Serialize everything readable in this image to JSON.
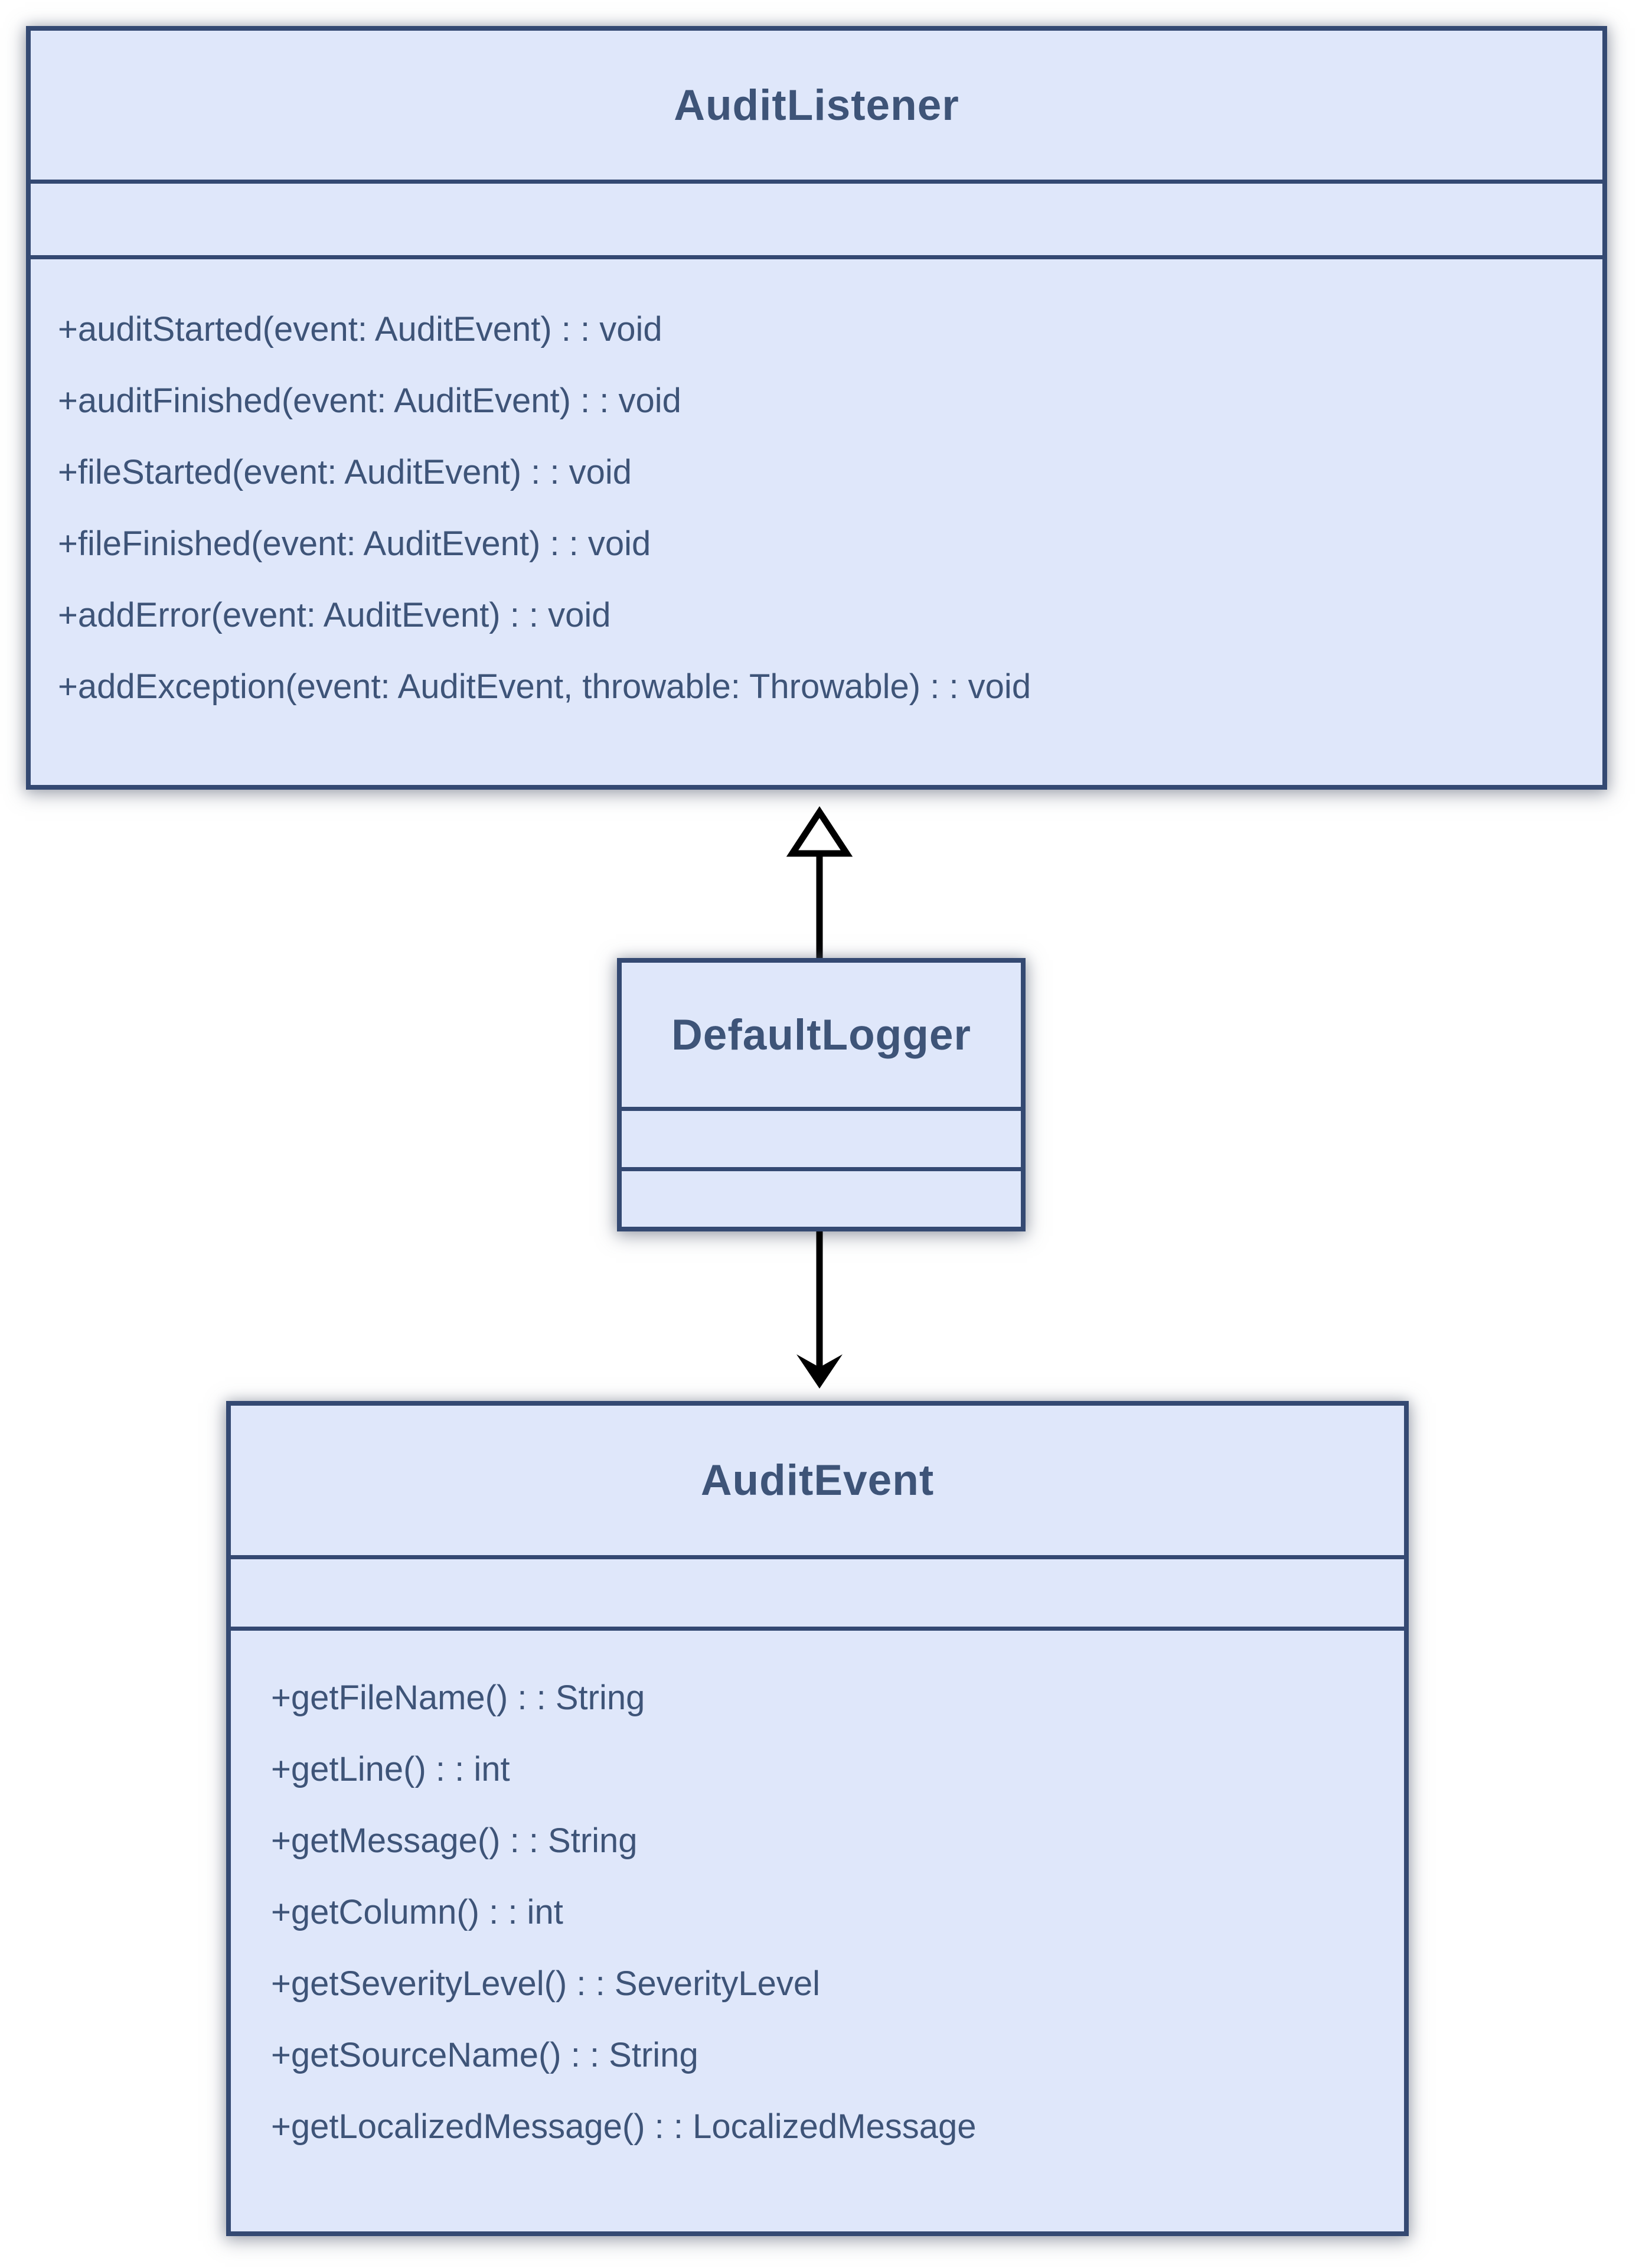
{
  "diagram": {
    "kind": "uml-class-diagram",
    "classes": [
      {
        "name": "AuditListener",
        "attributes": [],
        "methods": [
          "+auditStarted(event: AuditEvent) : : void",
          "+auditFinished(event: AuditEvent) : : void",
          "+fileStarted(event: AuditEvent) : : void",
          "+fileFinished(event: AuditEvent) : : void",
          "+addError(event: AuditEvent) : : void",
          "+addException(event: AuditEvent, throwable: Throwable) : : void"
        ]
      },
      {
        "name": "DefaultLogger",
        "attributes": [],
        "methods": []
      },
      {
        "name": "AuditEvent",
        "attributes": [],
        "methods": [
          "+getFileName() : : String",
          "+getLine() : : int",
          "+getMessage() : : String",
          "+getColumn() : : int",
          "+getSeverityLevel() : : SeverityLevel",
          "+getSourceName() : : String",
          "+getLocalizedMessage() : : LocalizedMessage"
        ]
      }
    ],
    "relations": [
      {
        "type": "generalization",
        "from": "DefaultLogger",
        "to": "AuditListener",
        "arrowhead": "hollow-triangle-up"
      },
      {
        "type": "directed-association",
        "from": "DefaultLogger",
        "to": "AuditEvent",
        "arrowhead": "filled-stealth-down"
      }
    ],
    "colors": {
      "class_fill": "#dfe7fa",
      "class_border": "#344972",
      "class_text": "#3e5478",
      "arrow": "#000000",
      "page_background": "#ffffff"
    }
  }
}
